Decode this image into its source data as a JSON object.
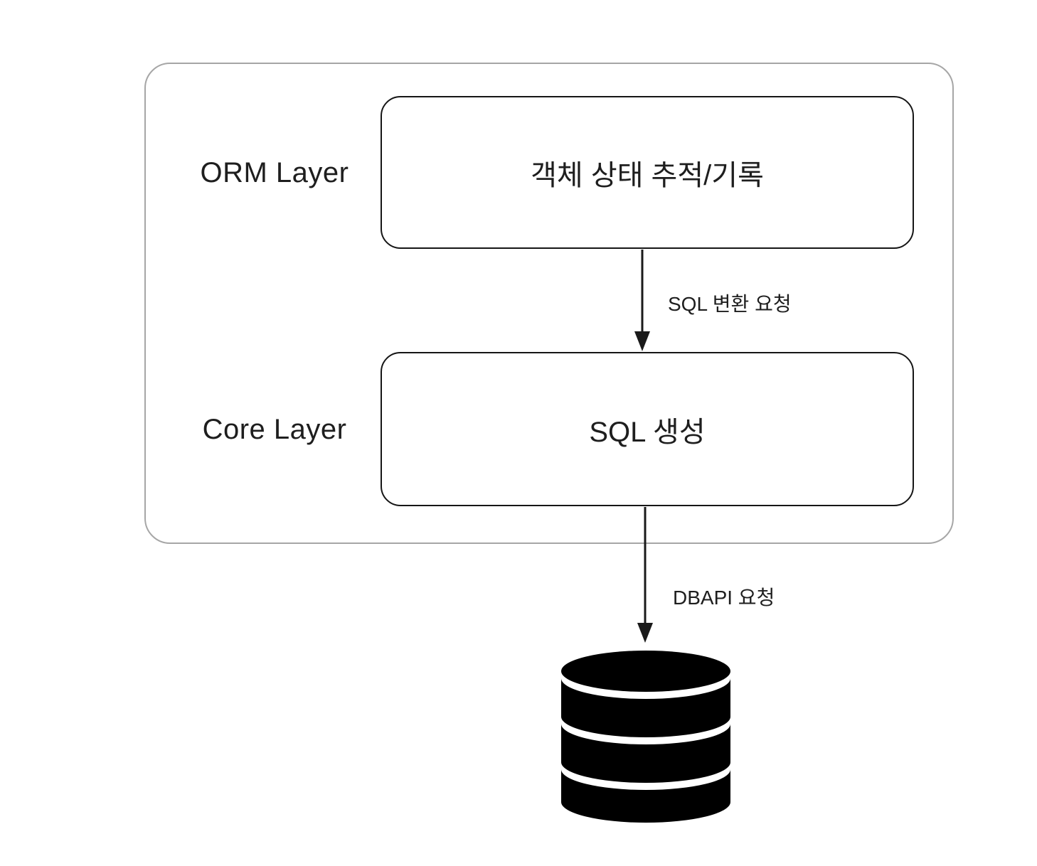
{
  "layers": [
    {
      "label": "ORM Layer",
      "box_text": "객체 상태 추적/기록"
    },
    {
      "label": "Core Layer",
      "box_text": "SQL 생성"
    }
  ],
  "arrows": [
    {
      "label": "SQL 변환 요청"
    },
    {
      "label": "DBAPI 요청"
    }
  ],
  "icons": {
    "database": "database-cylinder-icon"
  },
  "colors": {
    "background": "#ffffff",
    "container_border": "#a6a6a6",
    "node_border": "#161616",
    "arrow": "#1a1a1a",
    "text": "#1e1e1e",
    "database_fill": "#000000"
  }
}
